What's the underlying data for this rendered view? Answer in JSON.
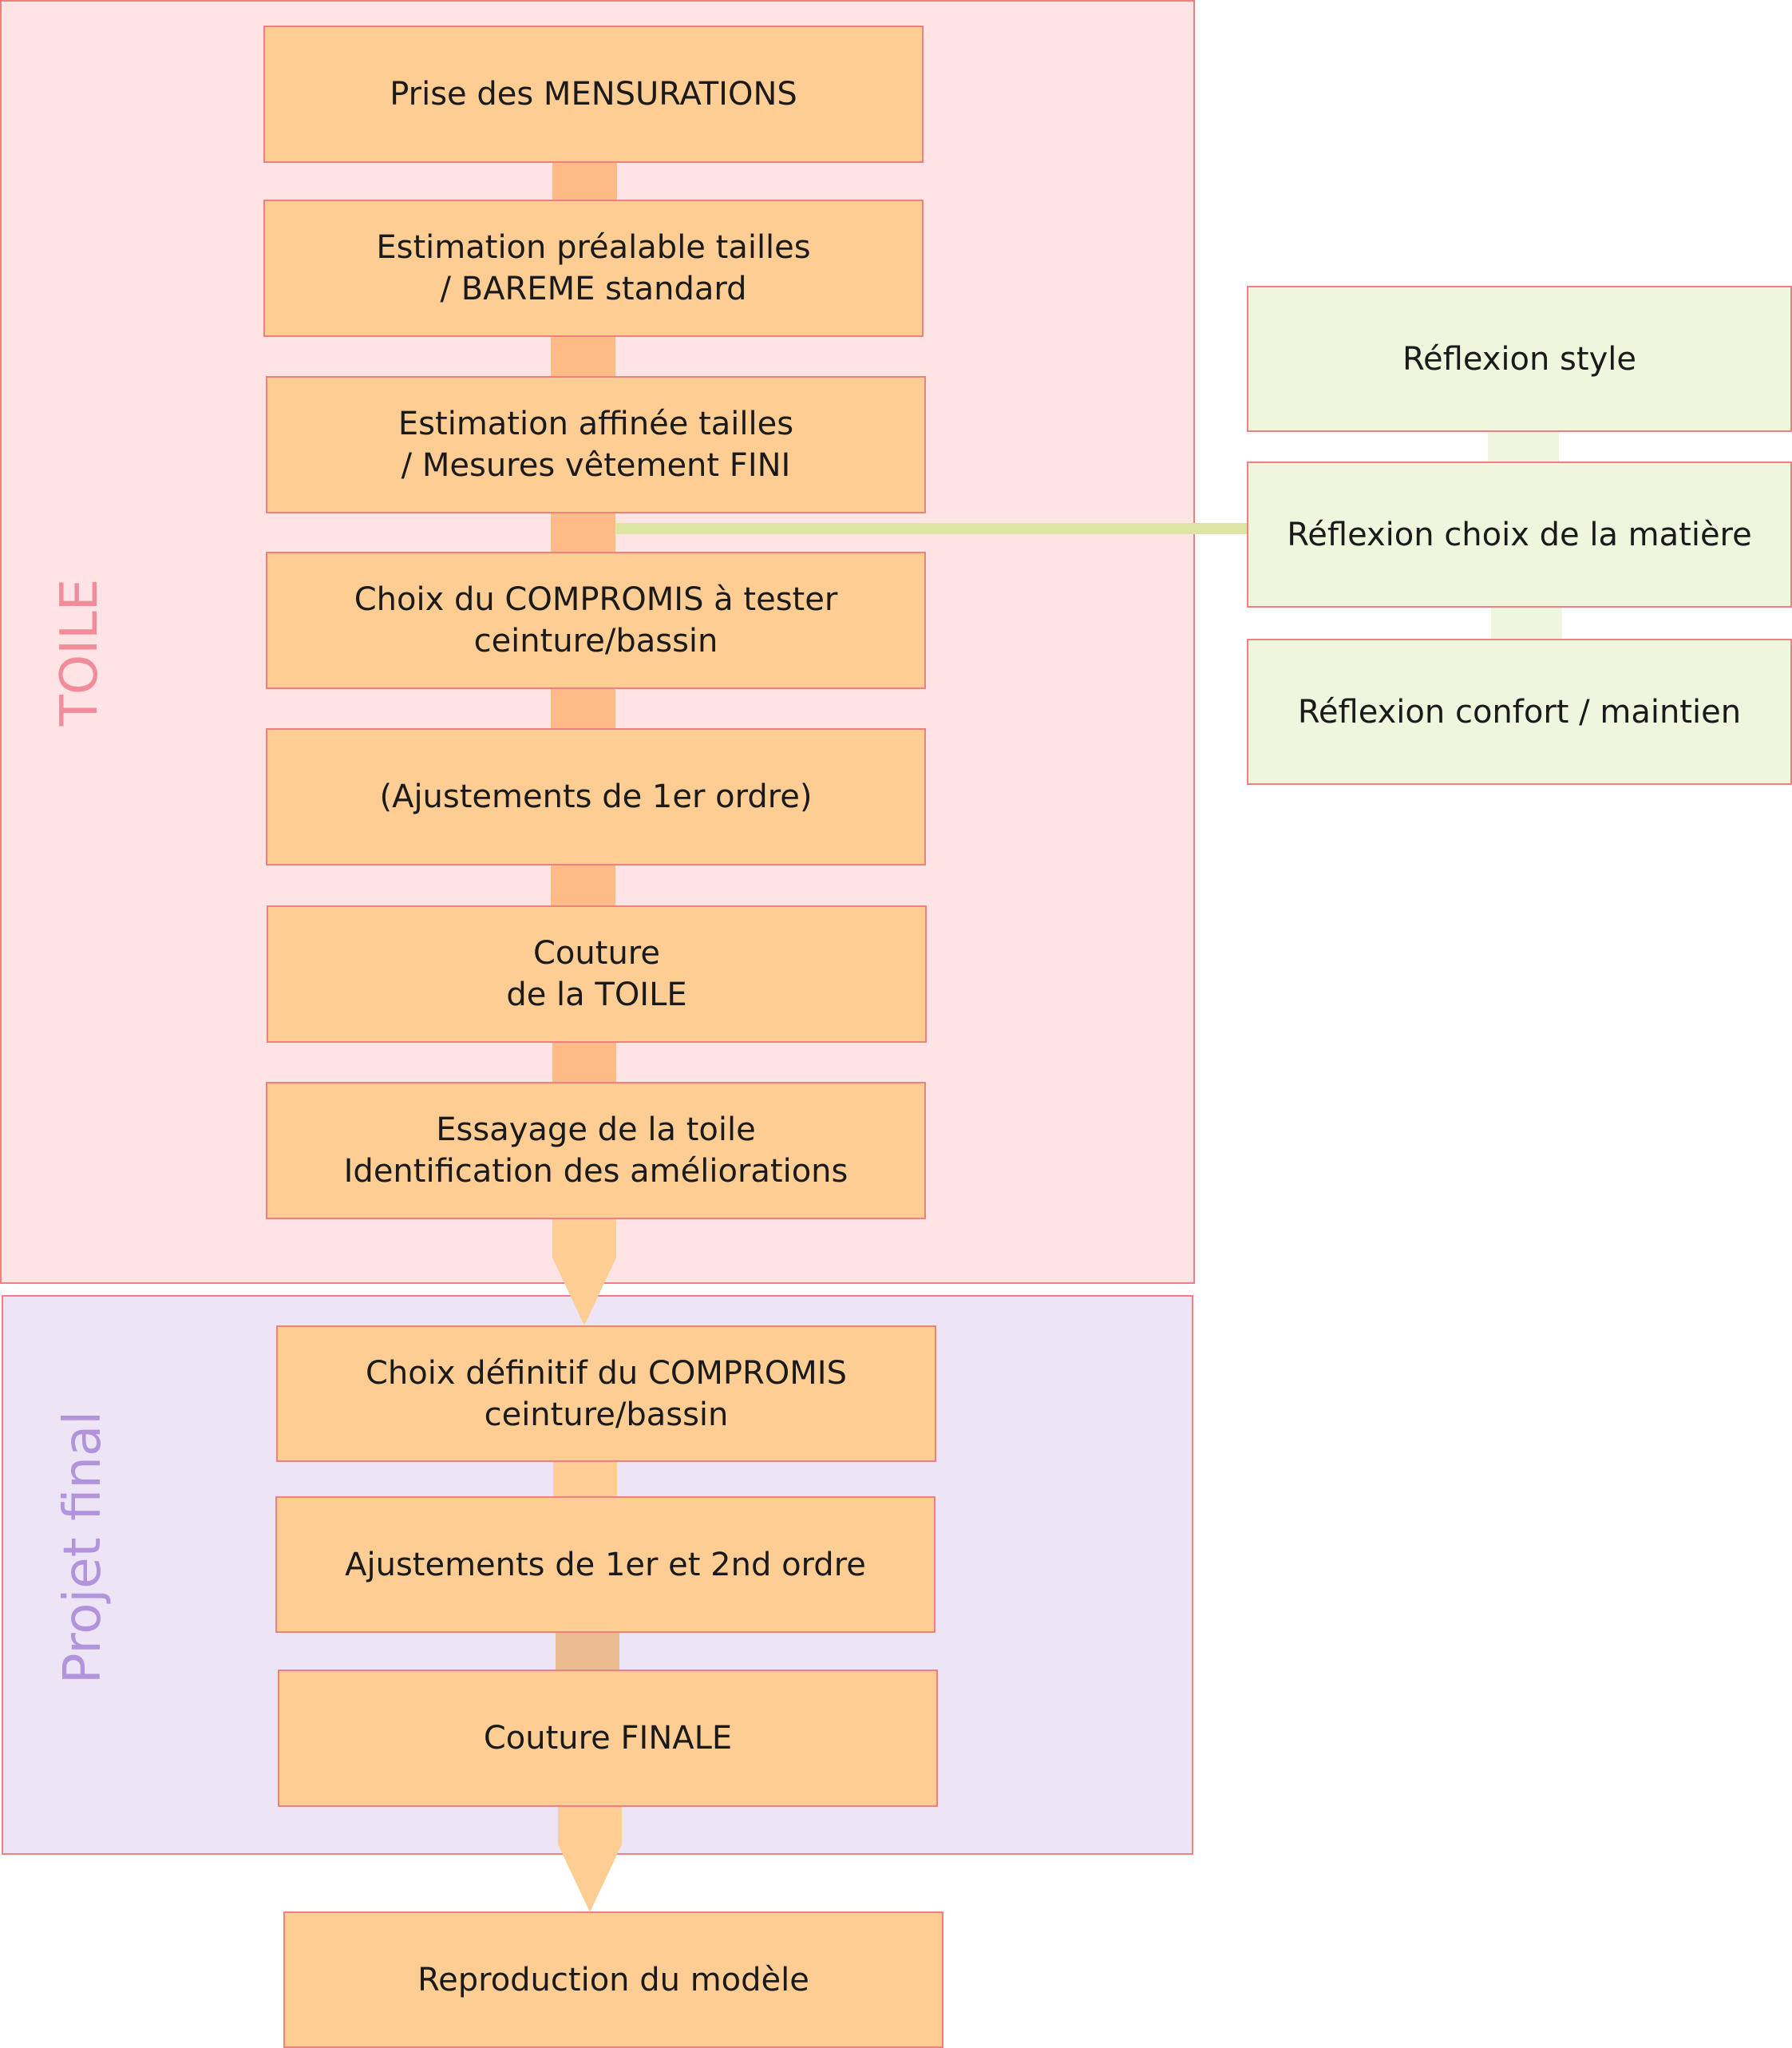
{
  "groups": {
    "toile": "TOILE",
    "final": "Projet final"
  },
  "steps": [
    "Prise des MENSURATIONS",
    "Estimation préalable tailles\n/ BAREME standard",
    "Estimation affinée tailles\n/ Mesures vêtement FINI",
    "Choix du COMPROMIS à tester\nceinture/bassin",
    "(Ajustements de 1er ordre)",
    "Couture\nde la TOILE",
    "Essayage de la toile\nIdentification des améliorations",
    "Choix définitif du COMPROMIS\nceinture/bassin",
    "Ajustements de 1er et 2nd ordre",
    "Couture FINALE",
    "Reproduction du modèle"
  ],
  "reflexions": [
    "Réflexion style",
    "Réflexion choix de la matière",
    "Réflexion confort / maintien"
  ],
  "colors": {
    "step_fill": "#fecd93",
    "reflexion_fill": "#f0f5dd",
    "toile_bg": "#fee4e5",
    "final_bg": "#ede4f5",
    "border": "#f08080"
  }
}
